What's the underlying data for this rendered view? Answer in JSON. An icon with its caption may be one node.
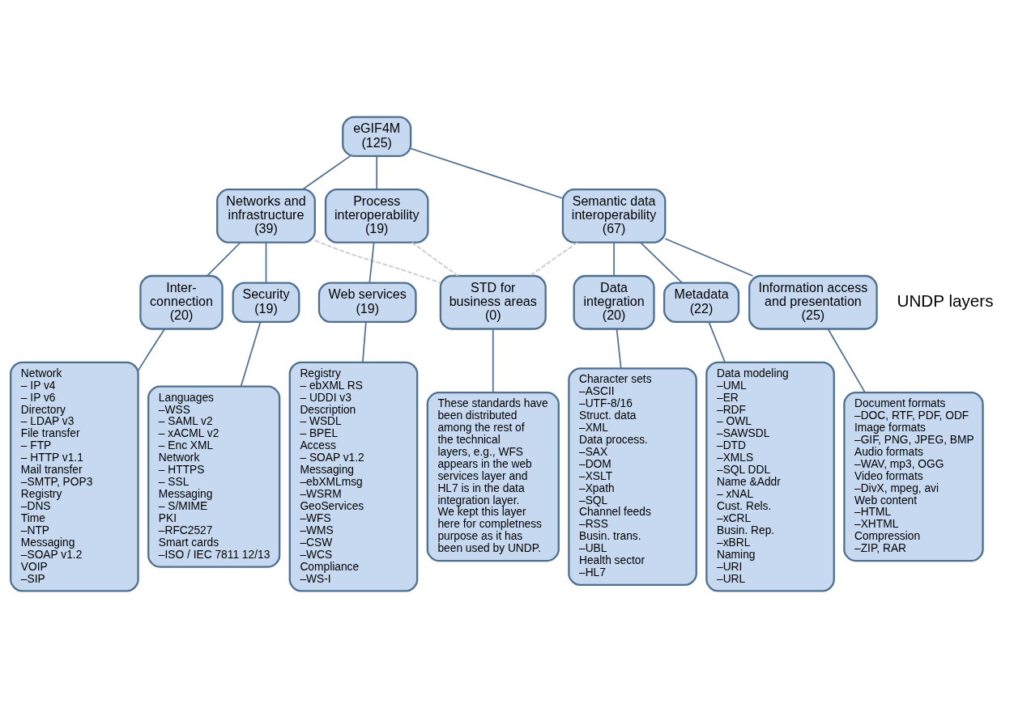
{
  "diagram": {
    "nodes": [
      {
        "text": [
          "eGIF4M",
          "(125)"
        ]
      },
      {
        "text": [
          "Networks and infrastructure",
          "(39)"
        ]
      },
      {
        "text": [
          "Process interoperability",
          "(19)"
        ]
      },
      {
        "text": [
          "Semantic data interoperability",
          "(67)"
        ]
      },
      {
        "text": [
          "Inter-connection",
          "(20)"
        ]
      },
      {
        "text": [
          "Security",
          "(19)"
        ]
      },
      {
        "text": [
          "Web services",
          "(19)"
        ]
      },
      {
        "text": [
          "STD for business areas",
          "(0)"
        ]
      },
      {
        "text": [
          "Data integration",
          "(20)"
        ]
      },
      {
        "text": [
          "Metadata",
          "(22)"
        ]
      },
      {
        "text": [
          "Information access and presentation",
          "(25)"
        ]
      },
      {
        "text": [
          "Network",
          "– IP v4",
          "– IP v6",
          "Directory",
          "– LDAP v3",
          "File transfer",
          "– FTP",
          "– HTTP v1.1",
          "Mail transfer",
          "–SMTP, POP3",
          "Registry",
          "–DNS",
          "Time",
          "–NTP",
          "Messaging",
          "–SOAP v1.2",
          "VOIP",
          "–SIP"
        ]
      },
      {
        "text": [
          "Languages",
          "–WSS",
          "– SAML v2",
          "– xACML v2",
          "– Enc XML",
          "Network",
          "– HTTPS",
          "– SSL",
          "Messaging",
          "– S/MIME",
          "PKI",
          "–RFC2527",
          "Smart cards",
          "–ISO / IEC 7811 12/13"
        ]
      },
      {
        "text": [
          "Registry",
          "– ebXML RS",
          "– UDDI v3",
          "Description",
          "– WSDL",
          "– BPEL",
          "Access",
          "– SOAP v1.2",
          "Messaging",
          "–ebXMLmsg",
          "–WSRM",
          "GeoServices",
          "–WFS",
          "–WMS",
          "–CSW",
          "–WCS",
          "Compliance",
          "–WS-I"
        ]
      },
      {
        "text": [
          "These standards have been distributed among the rest of the technical layers, e.g., WFS appears in the web services layer and HL7 is in the data integration layer. We kept this layer here for completness purpose as it has been used by UNDP."
        ]
      },
      {
        "text": [
          "Character sets",
          "–ASCII",
          "–UTF-8/16",
          "Struct. data",
          "–XML",
          "Data process.",
          "–SAX",
          "–DOM",
          "–XSLT",
          "–Xpath",
          "–SQL",
          "Channel feeds",
          "–RSS",
          "Busin. trans.",
          "–UBL",
          "Health sector",
          "–HL7"
        ]
      },
      {
        "text": [
          "Data modeling",
          "–UML",
          "–ER",
          "–RDF",
          "– OWL",
          "–SAWSDL",
          "–DTD",
          "–XMLS",
          "–SQL DDL",
          "Name &Addr",
          "– xNAL",
          "Cust. Rels.",
          "–xCRL",
          "Busin. Rep.",
          "–xBRL",
          "Naming",
          "–URI",
          "–URL"
        ]
      },
      {
        "text": [
          "Document formats",
          "–DOC, RTF, PDF, ODF",
          "Image formats",
          "–GIF, PNG, JPEG, BMP",
          "Audio formats",
          "–WAV, mp3, OGG",
          "Video formats",
          "–DivX, mpeg, avi",
          "Web content",
          "–HTML",
          "–XHTML",
          "Compression",
          "–ZIP, RAR"
        ]
      }
    ],
    "edges": [
      {
        "from": 0,
        "to": 1,
        "arrow": "none"
      },
      {
        "from": 0,
        "to": 2,
        "arrow": "none"
      },
      {
        "from": 0,
        "to": 3,
        "arrow": "none"
      },
      {
        "from": 1,
        "to": 4,
        "arrow": "none"
      },
      {
        "from": 1,
        "to": 5,
        "arrow": "none"
      },
      {
        "from": 2,
        "to": 6,
        "arrow": "none"
      },
      {
        "from": 1,
        "to": 7,
        "arrow": "none",
        "style": "dashed",
        "color": "#c8c8c8"
      },
      {
        "from": 2,
        "to": 7,
        "arrow": "none",
        "style": "dashed",
        "color": "#c8c8c8"
      },
      {
        "from": 3,
        "to": 7,
        "arrow": "none",
        "style": "dashed",
        "color": "#c8c8c8"
      },
      {
        "from": 3,
        "to": 8,
        "arrow": "none"
      },
      {
        "from": 3,
        "to": 9,
        "arrow": "none"
      },
      {
        "from": 3,
        "to": 10,
        "arrow": "none"
      },
      {
        "from": 4,
        "to": 11,
        "arrow": "none"
      },
      {
        "from": 5,
        "to": 12,
        "arrow": "none"
      },
      {
        "from": 6,
        "to": 13,
        "arrow": "none"
      },
      {
        "from": 7,
        "to": 14,
        "arrow": "none"
      },
      {
        "from": 8,
        "to": 15,
        "arrow": "none"
      },
      {
        "from": 9,
        "to": 16,
        "arrow": "none"
      },
      {
        "from": 10,
        "to": 17,
        "arrow": "none"
      }
    ],
    "labels": [
      "UNDP layers"
    ]
  }
}
